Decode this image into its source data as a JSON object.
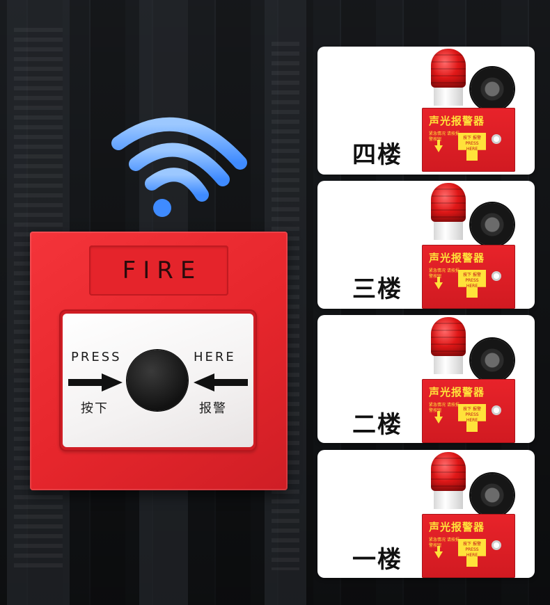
{
  "call_point": {
    "fire_label": "FIRE",
    "press_label": "PRESS",
    "here_label": "HERE",
    "down_label": "按下",
    "alarm_label": "报警"
  },
  "alarm_box": {
    "title": "声光报警器",
    "hint": "紧急情况 请按报警按钮",
    "button_text": "按下 报警 PRESS HERE"
  },
  "floors": [
    {
      "label": "四楼"
    },
    {
      "label": "三楼"
    },
    {
      "label": "二楼"
    },
    {
      "label": "一楼"
    }
  ],
  "colors": {
    "wifi": "#5aa2ff",
    "call_point_red": "#e6262c",
    "alarm_text_yellow": "#ffe23a",
    "card_white": "#ffffff"
  },
  "icons": [
    "wifi-icon",
    "arrow-right-icon",
    "arrow-left-icon"
  ]
}
